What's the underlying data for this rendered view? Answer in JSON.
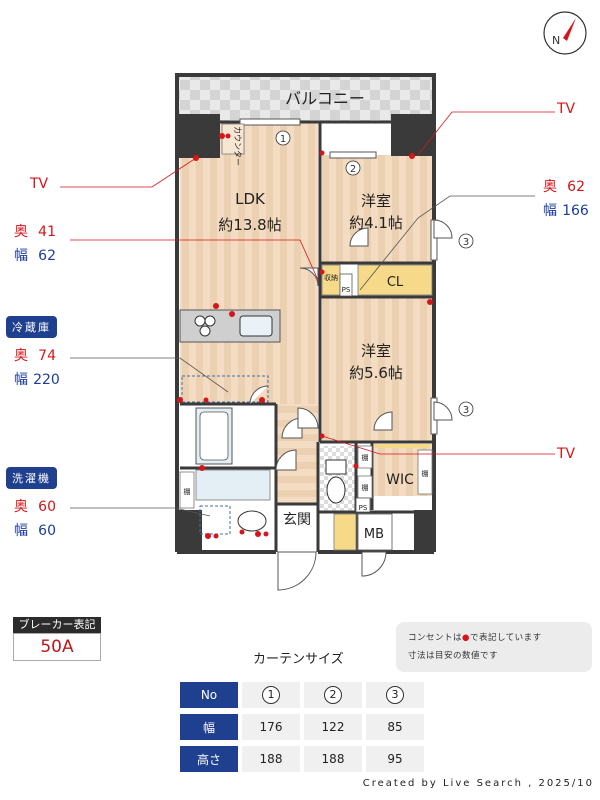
{
  "rooms": {
    "balcony": "バルコニー",
    "ldk_name": "LDK",
    "ldk_size": "約13.8帖",
    "western1_name": "洋室",
    "western1_size": "約4.1帖",
    "western2_name": "洋室",
    "western2_size": "約5.6帖",
    "counter": "カウンター",
    "cl": "CL",
    "storage": "収納",
    "ps": "PS",
    "wic": "WIC",
    "shelf": "棚",
    "entrance": "玄関",
    "mb": "MB"
  },
  "window_marks": [
    "1",
    "2",
    "3",
    "3"
  ],
  "callouts": {
    "tv": "TV",
    "depth": "奥",
    "width": "幅",
    "counter_depth": "41",
    "counter_width": "62",
    "fridge_label": "冷蔵庫",
    "fridge_depth": "74",
    "fridge_width": "220",
    "washer_label": "洗濯機",
    "washer_depth": "60",
    "washer_width": "60",
    "cl_depth": "62",
    "cl_width": "166"
  },
  "compass": {
    "north": "N"
  },
  "breaker": {
    "title": "ブレーカー表記",
    "value": "50A"
  },
  "note": {
    "line1_a": "コンセントは",
    "line1_b": "で表記しています",
    "line2": "寸法は目安の数値です"
  },
  "curtain": {
    "title": "カーテンサイズ",
    "header": "No",
    "row_width": "幅",
    "row_height": "高さ",
    "cols": [
      "1",
      "2",
      "3"
    ],
    "widths": [
      "176",
      "122",
      "85"
    ],
    "heights": [
      "188",
      "188",
      "95"
    ]
  },
  "credit": "Created by Live Search , 2025/10",
  "colors": {
    "accent_red": "#d7141a",
    "navy": "#1f3f8f",
    "wall": "#3a3a3a",
    "wood": "#f3dcc0"
  }
}
